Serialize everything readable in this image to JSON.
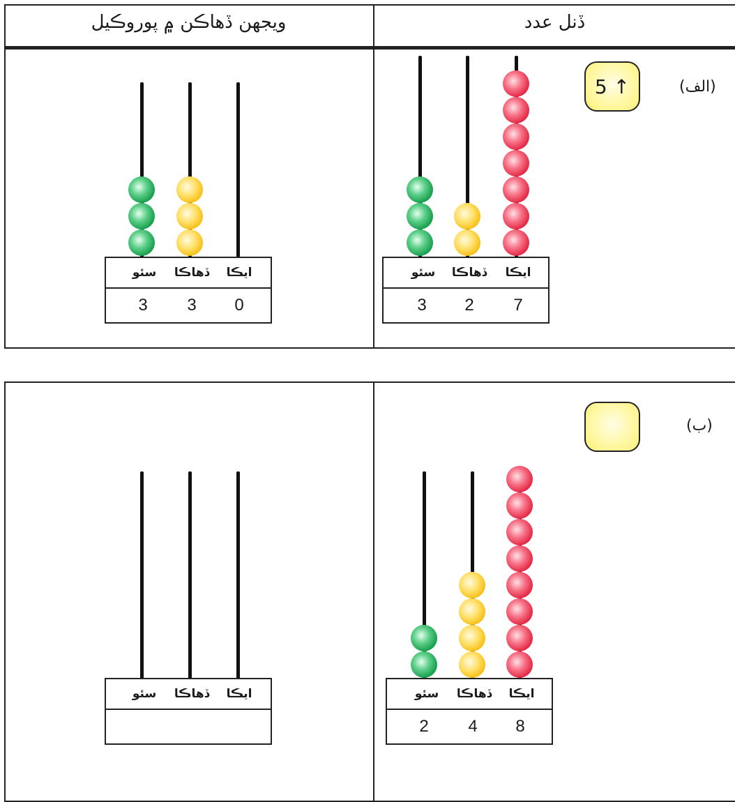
{
  "header": {
    "right_title": "ڏنل عدد",
    "left_title": "ويجهن ڏهاڪن ۾ پوروڪيل"
  },
  "abacus_labels": {
    "hundreds": "سئو",
    "tens": "ڏهاڪا",
    "ones": "ايڪا"
  },
  "rows": [
    {
      "label": "(الف)",
      "answer": "5 ↑",
      "given": {
        "hundreds": "3",
        "tens": "2",
        "ones": "7"
      },
      "rounded": {
        "hundreds": "3",
        "tens": "3",
        "ones": "0"
      }
    },
    {
      "label": "(ب)",
      "answer": "",
      "given": {
        "hundreds": "2",
        "tens": "4",
        "ones": "8"
      },
      "rounded": {
        "hundreds": "",
        "tens": "",
        "ones": ""
      }
    }
  ],
  "colors": {
    "hundreds": "#119a48",
    "tens": "#f5b800",
    "ones": "#e3213f",
    "answer_bg": "#fff7a0"
  }
}
